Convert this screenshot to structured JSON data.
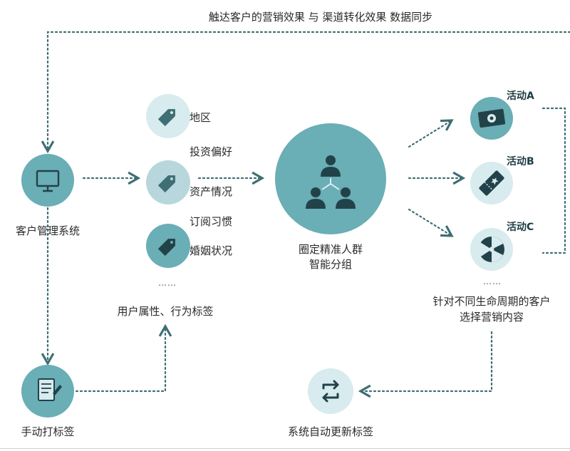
{
  "colors": {
    "teal": "#6aaeb6",
    "teal_light": "#b8d7dc",
    "teal_pale": "#d8ebee",
    "line": "#3f6e73",
    "icon": "#22424a"
  },
  "top_banner": "触达客户的营销效果 与 渠道转化效果 数据同步",
  "crm": {
    "label": "客户管理系统",
    "icon": "monitor-icon"
  },
  "manual": {
    "label": "手动打标签",
    "icon": "document-edit-icon"
  },
  "tags": {
    "items": [
      "地区",
      "投资偏好",
      "资产情况",
      "订阅习惯",
      "婚姻状况"
    ],
    "more": "……",
    "caption": "用户属性、行为标签",
    "icon": "tag-icon"
  },
  "center": {
    "line1": "圈定精准人群",
    "line2": "智能分组",
    "icon": "people-group-icon"
  },
  "activities": {
    "items": [
      {
        "label": "活动A",
        "icon": "cash-icon"
      },
      {
        "label": "活动B",
        "icon": "ticket-icon"
      },
      {
        "label": "活动C",
        "icon": "disc-icon"
      }
    ],
    "more": "……",
    "caption_line1": "针对不同生命周期的客户",
    "caption_line2": "选择营销内容"
  },
  "auto_update": {
    "label": "系统自动更新标签",
    "icon": "refresh-icon"
  }
}
